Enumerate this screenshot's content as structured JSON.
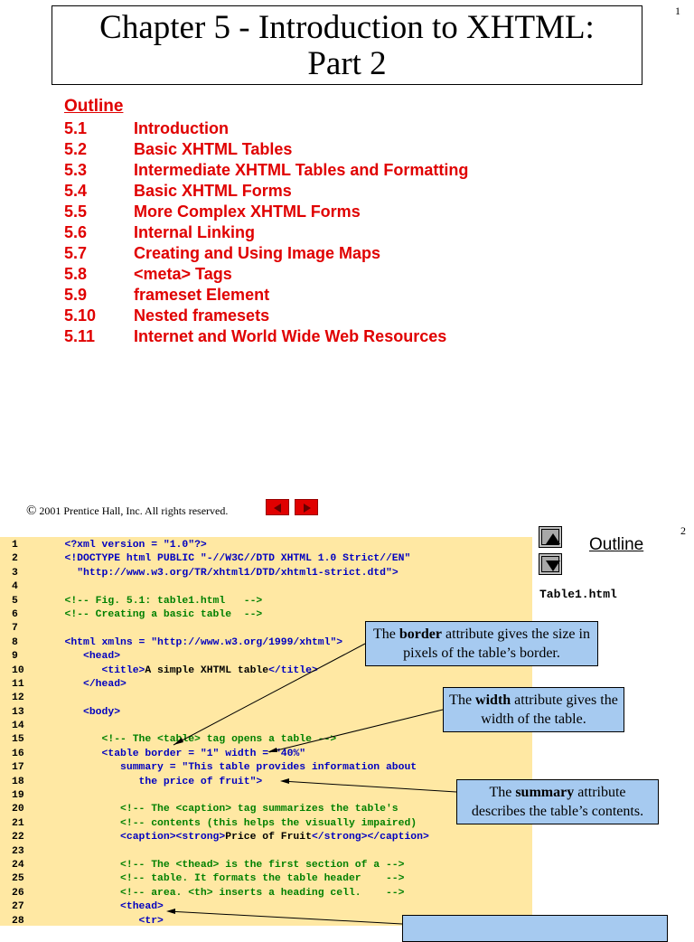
{
  "slide1": {
    "page_number": "1",
    "title_line1": "Chapter 5 - Introduction to XHTML:",
    "title_line2": "Part 2",
    "outline_heading": "Outline",
    "toc": [
      {
        "num": "5.1",
        "label": "Introduction"
      },
      {
        "num": "5.2",
        "label": "Basic XHTML Tables"
      },
      {
        "num": "5.3",
        "label": "Intermediate XHTML Tables and Formatting"
      },
      {
        "num": "5.4",
        "label": "Basic XHTML Forms"
      },
      {
        "num": "5.5",
        "label": "More Complex XHTML Forms"
      },
      {
        "num": "5.6",
        "label": "Internal Linking"
      },
      {
        "num": "5.7",
        "label": "Creating and Using Image Maps"
      },
      {
        "num": "5.8",
        "label": "<meta> Tags"
      },
      {
        "num": "5.9",
        "label": "frameset Element"
      },
      {
        "num": "5.10",
        "label": "Nested framesets"
      },
      {
        "num": "5.11",
        "label": "Internet and World Wide Web Resources"
      }
    ],
    "copyright_symbol": "©",
    "copyright_text": "2001 Prentice Hall, Inc.  All rights reserved.",
    "nav_color": "#e00000"
  },
  "slide2": {
    "page_number": "2",
    "outline_label": "Outline",
    "file_label": "Table1.html",
    "callouts": {
      "border": {
        "pre": "The ",
        "bold": "border",
        "post": " attribute gives the size in pixels of the table’s border."
      },
      "width": {
        "pre": "The ",
        "bold": "width",
        "post": " attribute gives the width of the table."
      },
      "summary": {
        "pre": "The ",
        "bold": "summary",
        "post": " attribute describes the table’s contents."
      }
    },
    "code_lines": [
      {
        "n": "1",
        "parts": [
          [
            "b",
            "   <?xml version = "
          ],
          [
            "g",
            "\"1.0\""
          ],
          [
            "b",
            "?>"
          ]
        ]
      },
      {
        "n": "2",
        "parts": [
          [
            "b",
            "   <!DOCTYPE html PUBLIC "
          ],
          [
            "g",
            "\"-//W3C//DTD XHTML 1.0 Strict//EN\""
          ]
        ]
      },
      {
        "n": "3",
        "parts": [
          [
            "b",
            "     "
          ],
          [
            "g",
            "\"http://www.w3.org/TR/xhtml1/DTD/xhtml1-strict.dtd\""
          ],
          [
            "b",
            ">"
          ]
        ]
      },
      {
        "n": "4",
        "parts": []
      },
      {
        "n": "5",
        "parts": [
          [
            "c",
            "   <!-- Fig. 5.1: table1.html   -->"
          ]
        ]
      },
      {
        "n": "6",
        "parts": [
          [
            "c",
            "   <!-- Creating a basic table  -->"
          ]
        ]
      },
      {
        "n": "7",
        "parts": []
      },
      {
        "n": "8",
        "parts": [
          [
            "b",
            "   <html xmlns = "
          ],
          [
            "g",
            "\"http://www.w3.org/1999/xhtml\""
          ],
          [
            "b",
            ">"
          ]
        ]
      },
      {
        "n": "9",
        "parts": [
          [
            "b",
            "      <head>"
          ]
        ]
      },
      {
        "n": "10",
        "parts": [
          [
            "b",
            "         <title>"
          ],
          [
            "k",
            "A simple XHTML table"
          ],
          [
            "b",
            "</title>"
          ]
        ]
      },
      {
        "n": "11",
        "parts": [
          [
            "b",
            "      </head>"
          ]
        ]
      },
      {
        "n": "12",
        "parts": []
      },
      {
        "n": "13",
        "parts": [
          [
            "b",
            "      <body>"
          ]
        ]
      },
      {
        "n": "14",
        "parts": []
      },
      {
        "n": "15",
        "parts": [
          [
            "c",
            "         <!-- The <table> tag opens a table -->"
          ]
        ]
      },
      {
        "n": "16",
        "parts": [
          [
            "b",
            "         <table border = "
          ],
          [
            "g",
            "\"1\""
          ],
          [
            "b",
            " width = "
          ],
          [
            "g",
            "\"40%\""
          ]
        ]
      },
      {
        "n": "17",
        "parts": [
          [
            "b",
            "            summary = "
          ],
          [
            "g",
            "\"This table provides information about"
          ]
        ]
      },
      {
        "n": "18",
        "parts": [
          [
            "g",
            "               the price of fruit\""
          ],
          [
            "b",
            ">"
          ]
        ]
      },
      {
        "n": "19",
        "parts": []
      },
      {
        "n": "20",
        "parts": [
          [
            "c",
            "            <!-- The <caption> tag summarizes the table's"
          ]
        ]
      },
      {
        "n": "21",
        "parts": [
          [
            "c",
            "            <!-- contents (this helps the visually impaired)"
          ]
        ]
      },
      {
        "n": "22",
        "parts": [
          [
            "b",
            "            <caption><strong>"
          ],
          [
            "k",
            "Price of Fruit"
          ],
          [
            "b",
            "</strong></caption>"
          ]
        ]
      },
      {
        "n": "23",
        "parts": []
      },
      {
        "n": "24",
        "parts": [
          [
            "c",
            "            <!-- The <thead> is the first section of a -->"
          ]
        ]
      },
      {
        "n": "25",
        "parts": [
          [
            "c",
            "            <!-- table. It formats the table header    -->"
          ]
        ]
      },
      {
        "n": "26",
        "parts": [
          [
            "c",
            "            <!-- area. <th> inserts a heading cell.    -->"
          ]
        ]
      },
      {
        "n": "27",
        "parts": [
          [
            "b",
            "            <thead>"
          ]
        ]
      },
      {
        "n": "28",
        "parts": [
          [
            "b",
            "               <tr>"
          ]
        ]
      }
    ]
  }
}
